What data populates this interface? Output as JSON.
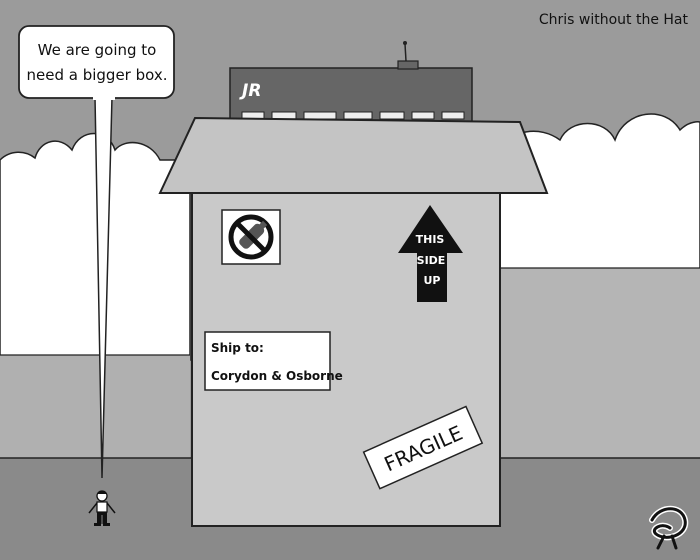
{
  "credit": "Chris without the Hat",
  "speech": {
    "line1": "We are going to",
    "line2": "need a bigger box."
  },
  "building_logo": "JR",
  "arrow_label": {
    "line1": "THIS",
    "line2": "SIDE",
    "line3": "UP"
  },
  "shipping_label": {
    "line1": "Ship to:",
    "line2": "Corydon & Osborne"
  },
  "fragile_label": "FRAGILE",
  "icons": {
    "no_bottle": "no-bottle-icon",
    "signature": "signature-logo-icon"
  },
  "colors": {
    "sky": "#9b9b9b",
    "cloud": "#ffffff",
    "hill": "#b5b5b5",
    "ground": "#8a8a8a",
    "box": "#c9c9c9",
    "arrow": "#111111"
  }
}
